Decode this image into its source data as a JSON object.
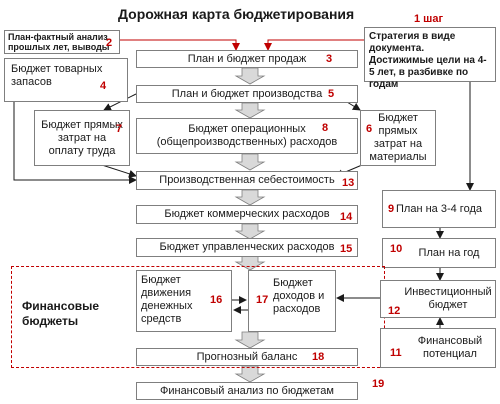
{
  "title": "Дорожная карта бюджетирования",
  "accent_color": "#c00000",
  "nodes": {
    "plan_fact": {
      "text": "План-фактный анализ прошлых лет, выводы",
      "num": "2"
    },
    "strategy": {
      "text": "Стратегия в виде документа. Достижимые цели на 4-5 лет, в разбивке по годам",
      "num": "1 шаг"
    },
    "sales": {
      "text": "План и бюджет продаж",
      "num": "3"
    },
    "inventory": {
      "text": "Бюджет товарных запасов",
      "num": "4"
    },
    "production": {
      "text": "План и бюджет производства",
      "num": "5"
    },
    "labor": {
      "text": "Бюджет прямых затрат на оплату труда",
      "num": "7"
    },
    "operational": {
      "text": "Бюджет операционных (общепроизводственных) расходов",
      "num": "8"
    },
    "materials": {
      "text": "Бюджет прямых затрат на материалы",
      "num": "6"
    },
    "cost": {
      "text": "Производственная себестоимость",
      "num": "13"
    },
    "plan_3_4": {
      "text": "План на 3-4 года",
      "num": "9"
    },
    "commercial": {
      "text": "Бюджет коммерческих расходов",
      "num": "14"
    },
    "management": {
      "text": "Бюджет управленческих расходов",
      "num": "15"
    },
    "plan_year": {
      "text": "План на год",
      "num": "10"
    },
    "cashflow": {
      "text": "Бюджет движения денежных средств",
      "num": "16"
    },
    "income": {
      "text": "Бюджет доходов и расходов",
      "num": "17"
    },
    "investment": {
      "text": "Инвестиционный бюджет",
      "num": "12"
    },
    "fin_potential": {
      "text": "Финансовый потенциал",
      "num": "11"
    },
    "forecast": {
      "text": "Прогнозный баланс",
      "num": "18"
    },
    "analysis": {
      "text": "Финансовый анализ по бюджетам",
      "num": "19"
    }
  },
  "group_label": "Финансовые бюджеты"
}
